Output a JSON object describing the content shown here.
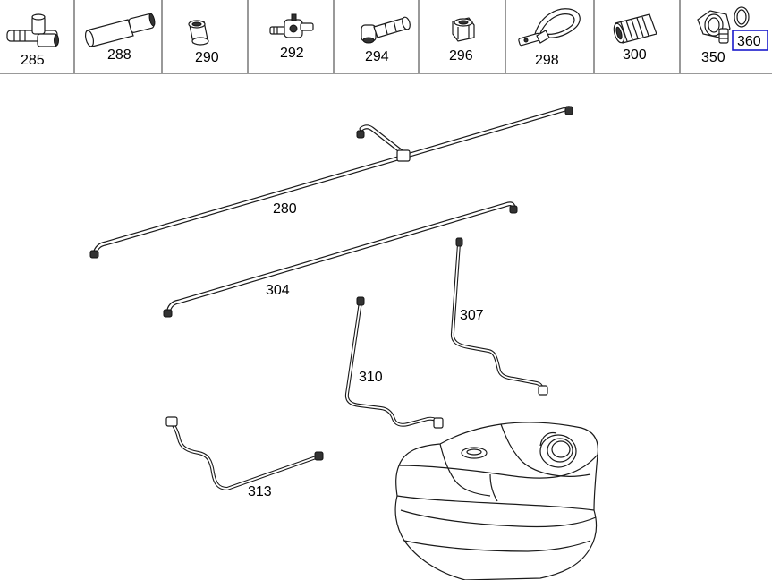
{
  "header_parts": [
    {
      "num": "285",
      "icon": "tee-connector-icon"
    },
    {
      "num": "288",
      "icon": "hose-sleeve-icon"
    },
    {
      "num": "290",
      "icon": "bushing-icon"
    },
    {
      "num": "292",
      "icon": "valve-connector-icon"
    },
    {
      "num": "294",
      "icon": "elbow-connector-icon"
    },
    {
      "num": "296",
      "icon": "cap-icon"
    },
    {
      "num": "298",
      "icon": "cable-clamp-icon"
    },
    {
      "num": "300",
      "icon": "bellows-icon"
    },
    {
      "num": "350",
      "icon": "screw-plug-icon"
    },
    {
      "num": "360",
      "icon": "sealing-ring-icon",
      "highlighted": true
    }
  ],
  "callouts": {
    "p280": "280",
    "p304": "304",
    "p307": "307",
    "p310": "310",
    "p313": "313"
  },
  "colors": {
    "highlight": "#1a1acc",
    "line": "#1a1a1a"
  }
}
